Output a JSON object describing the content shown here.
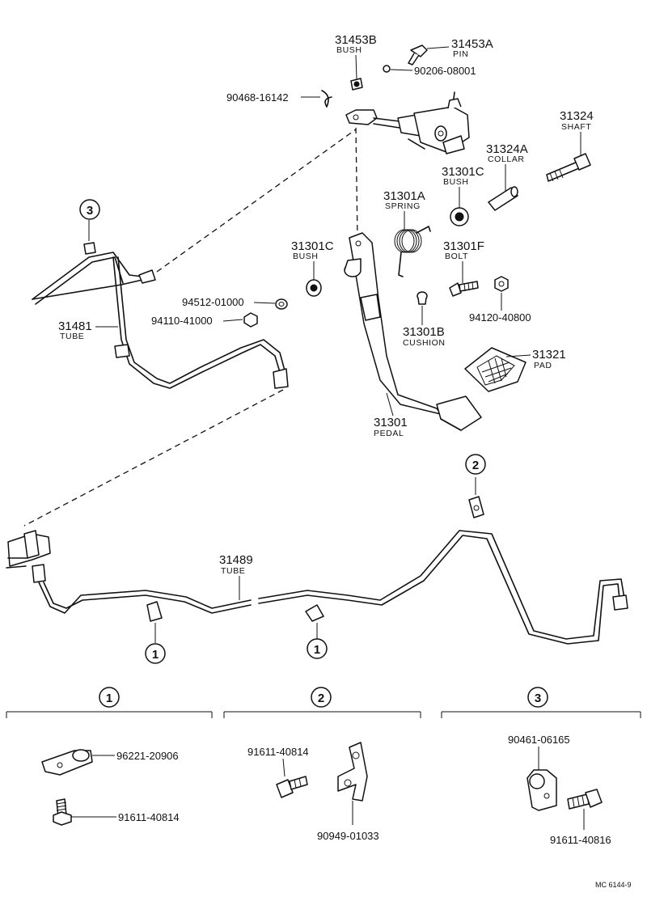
{
  "parts": {
    "p31453B": {
      "num": "31453B",
      "name": "BUSH"
    },
    "p31453A": {
      "num": "31453A",
      "name": "PIN"
    },
    "p90206": {
      "num": "90206-08001"
    },
    "p90468": {
      "num": "90468-16142"
    },
    "p31324": {
      "num": "31324",
      "name": "SHAFT"
    },
    "p31324A": {
      "num": "31324A",
      "name": "COLLAR"
    },
    "p31301C_a": {
      "num": "31301C",
      "name": "BUSH"
    },
    "p31301A": {
      "num": "31301A",
      "name": "SPRING"
    },
    "p31301C_b": {
      "num": "31301C",
      "name": "BUSH"
    },
    "p31301F": {
      "num": "31301F",
      "name": "BOLT"
    },
    "p94512": {
      "num": "94512-01000"
    },
    "p94110": {
      "num": "94110-41000"
    },
    "p94120": {
      "num": "94120-40800"
    },
    "p31301B": {
      "num": "31301B",
      "name": "CUSHION"
    },
    "p31481": {
      "num": "31481",
      "name": "TUBE"
    },
    "p31321": {
      "num": "31321",
      "name": "PAD"
    },
    "p31301": {
      "num": "31301",
      "name": "PEDAL"
    },
    "p31489": {
      "num": "31489",
      "name": "TUBE"
    },
    "p96221": {
      "num": "96221-20906"
    },
    "p91611_1": {
      "num": "91611-40814"
    },
    "p91611_2": {
      "num": "91611-40814"
    },
    "p90949": {
      "num": "90949-01033"
    },
    "p90461": {
      "num": "90461-06165"
    },
    "p91611_3": {
      "num": "91611-40816"
    }
  },
  "callouts": {
    "c1": "1",
    "c2": "2",
    "c3": "3"
  },
  "sections": {
    "s1": "1",
    "s2": "2",
    "s3": "3"
  },
  "drawing_code": "MC  6144-9"
}
